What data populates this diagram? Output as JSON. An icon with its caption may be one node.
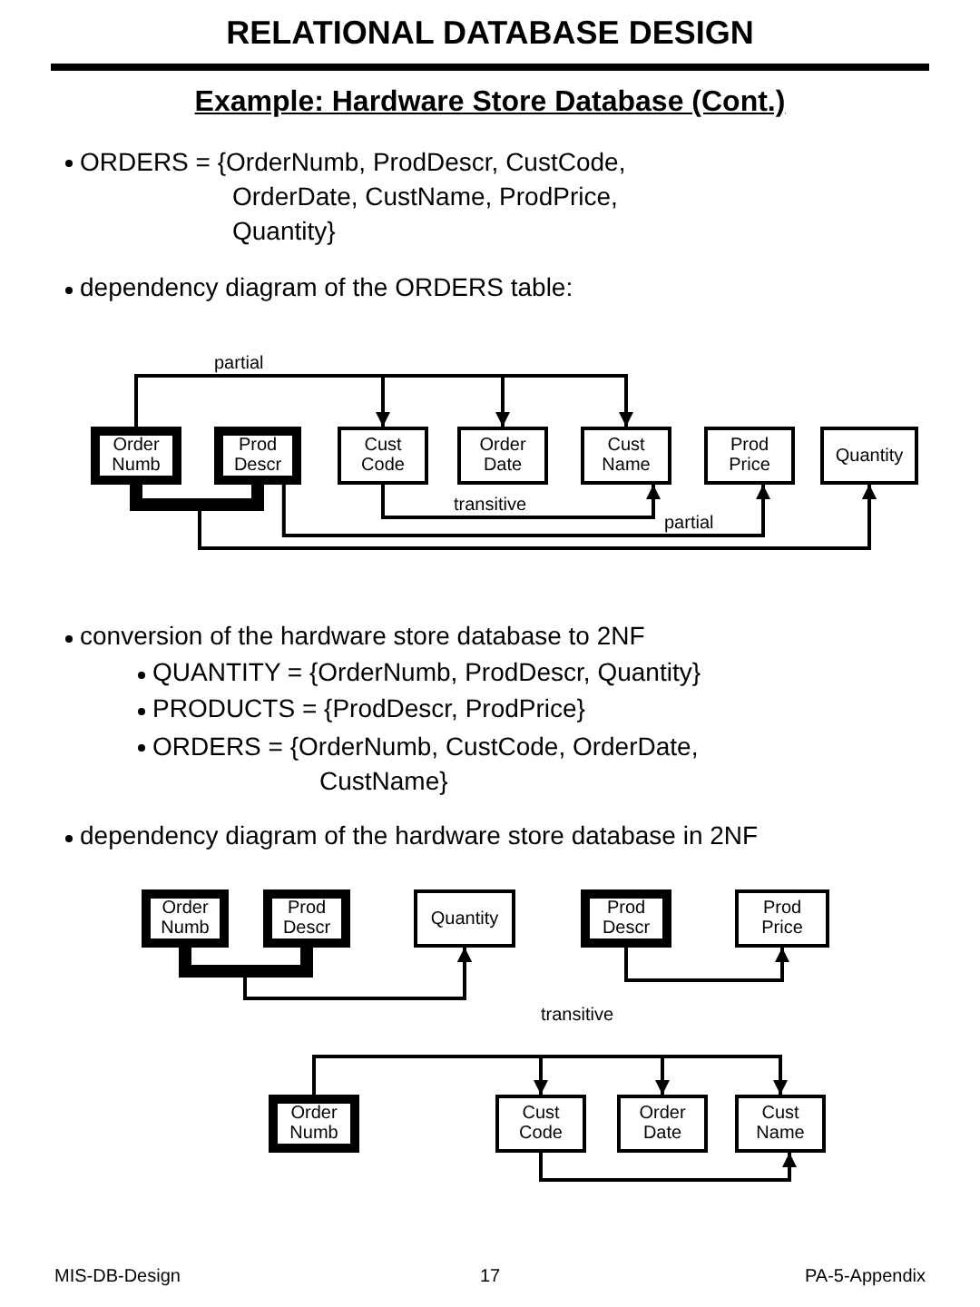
{
  "diagram": {
    "title": "RELATIONAL DATABASE DESIGN",
    "nodes": [
      {
        "text": [
          "Order Numb"
        ]
      },
      {
        "text": [
          "Prod Descr"
        ]
      },
      {
        "text": [
          "Cust Code"
        ]
      },
      {
        "text": [
          "Order Date"
        ]
      },
      {
        "text": [
          "Cust Name"
        ]
      },
      {
        "text": [
          "Prod Price"
        ]
      },
      {
        "text": [
          "Quantity"
        ]
      },
      {
        "text": [
          "Order Numb"
        ]
      },
      {
        "text": [
          "Prod Descr"
        ]
      },
      {
        "text": [
          "Quantity"
        ]
      },
      {
        "text": [
          "Prod Descr"
        ]
      },
      {
        "text": [
          "Prod Price"
        ]
      },
      {
        "text": [
          "Order Numb"
        ]
      },
      {
        "text": [
          "Cust Code"
        ]
      },
      {
        "text": [
          "Order Date"
        ]
      },
      {
        "text": [
          "Cust Name"
        ]
      }
    ],
    "edges": [
      {
        "from": 0,
        "to": 2,
        "arrow": "to",
        "label": "partial"
      },
      {
        "from": 0,
        "to": 3,
        "arrow": "to"
      },
      {
        "from": 0,
        "to": 4,
        "arrow": "to"
      },
      {
        "from": 2,
        "to": 4,
        "arrow": "to",
        "label": "transitive"
      },
      {
        "from": 1,
        "to": 5,
        "arrow": "to",
        "label": "partial"
      },
      {
        "from": 0,
        "to": 6,
        "arrow": "to"
      },
      {
        "from": 1,
        "to": 6,
        "arrow": "to"
      },
      {
        "from": 7,
        "to": 9,
        "arrow": "to"
      },
      {
        "from": 8,
        "to": 9,
        "arrow": "to"
      },
      {
        "from": 10,
        "to": 11,
        "arrow": "to"
      },
      {
        "from": 12,
        "to": 13,
        "arrow": "to"
      },
      {
        "from": 12,
        "to": 14,
        "arrow": "to"
      },
      {
        "from": 12,
        "to": 15,
        "arrow": "to"
      },
      {
        "from": 13,
        "to": 15,
        "arrow": "to"
      }
    ],
    "labels": [
      "Example: Hardware Store Database (Cont.)",
      "ORDERS = {OrderNumb, ProdDescr, CustCode, OrderDate, CustName, ProdPrice, Quantity}",
      "dependency diagram of the ORDERS table:",
      "conversion of the hardware store database to 2NF",
      "QUANTITY = {OrderNumb, ProdDescr, Quantity}",
      "PRODUCTS = {ProdDescr, ProdPrice}",
      "ORDERS = {OrderNumb, CustCode, OrderDate, CustName}",
      "dependency diagram of the hardware store database in 2NF",
      "transitive",
      "MIS-DB-Design",
      "17",
      "PA-5-Appendix"
    ]
  }
}
